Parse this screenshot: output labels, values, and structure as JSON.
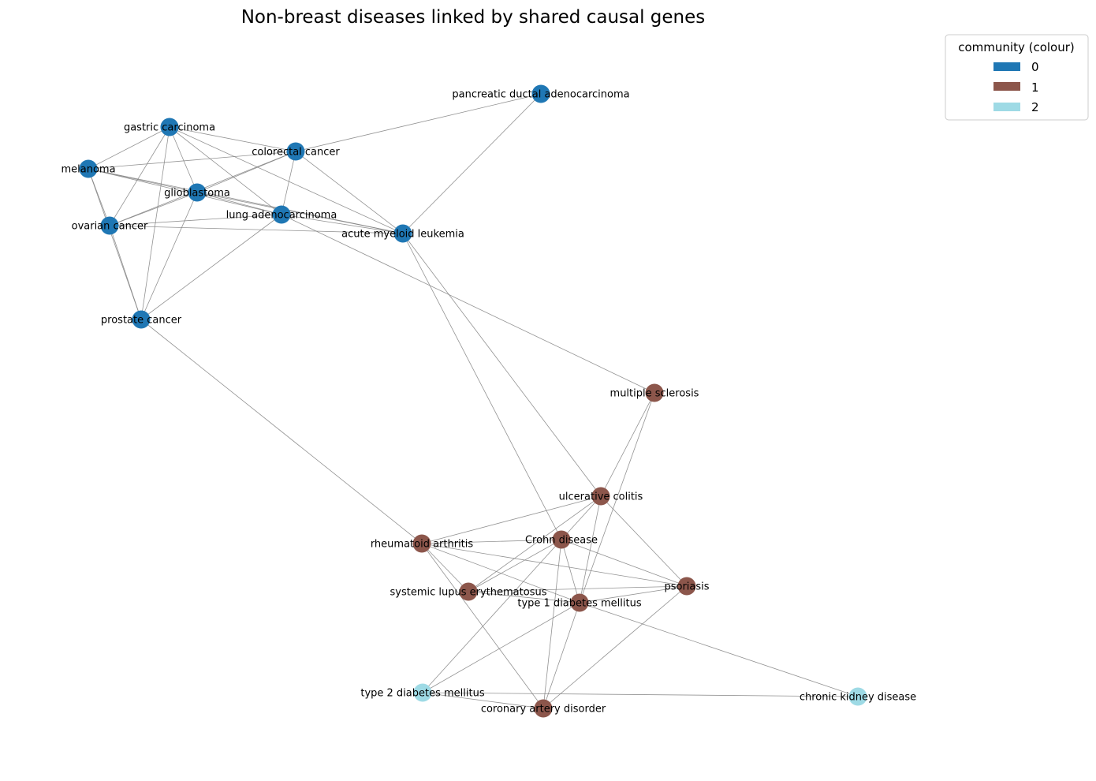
{
  "title": "Non-breast diseases linked by shared causal genes",
  "legend": {
    "title": "community (colour)",
    "items": [
      {
        "label": "0",
        "color": "#1f77b4"
      },
      {
        "label": "1",
        "color": "#8c564b"
      },
      {
        "label": "2",
        "color": "#9edae5"
      }
    ]
  },
  "nodes": [
    {
      "id": "pdac",
      "label": "pancreatic ductal adenocarcinoma",
      "community": 0
    },
    {
      "id": "gastric",
      "label": "gastric carcinoma",
      "community": 0
    },
    {
      "id": "colorectal",
      "label": "colorectal cancer",
      "community": 0
    },
    {
      "id": "melanoma",
      "label": "melanoma",
      "community": 0
    },
    {
      "id": "glioblastoma",
      "label": "glioblastoma",
      "community": 0
    },
    {
      "id": "lung",
      "label": "lung adenocarcinoma",
      "community": 0
    },
    {
      "id": "ovarian",
      "label": "ovarian cancer",
      "community": 0
    },
    {
      "id": "aml",
      "label": "acute myeloid leukemia",
      "community": 0
    },
    {
      "id": "prostate",
      "label": "prostate cancer",
      "community": 0
    },
    {
      "id": "ms",
      "label": "multiple sclerosis",
      "community": 1
    },
    {
      "id": "uc",
      "label": "ulcerative colitis",
      "community": 1
    },
    {
      "id": "ra",
      "label": "rheumatoid arthritis",
      "community": 1
    },
    {
      "id": "crohn",
      "label": "Crohn disease",
      "community": 1
    },
    {
      "id": "sle",
      "label": "systemic lupus erythematosus",
      "community": 1
    },
    {
      "id": "psoriasis",
      "label": "psoriasis",
      "community": 1
    },
    {
      "id": "t1d",
      "label": "type 1 diabetes mellitus",
      "community": 1
    },
    {
      "id": "t2d",
      "label": "type 2 diabetes mellitus",
      "community": 2
    },
    {
      "id": "cad",
      "label": "coronary artery disorder",
      "community": 1
    },
    {
      "id": "ckd",
      "label": "chronic kidney disease",
      "community": 2
    }
  ],
  "edges": [
    [
      "gastric",
      "melanoma"
    ],
    [
      "gastric",
      "colorectal"
    ],
    [
      "gastric",
      "glioblastoma"
    ],
    [
      "gastric",
      "lung"
    ],
    [
      "gastric",
      "ovarian"
    ],
    [
      "gastric",
      "prostate"
    ],
    [
      "gastric",
      "aml"
    ],
    [
      "melanoma",
      "colorectal"
    ],
    [
      "melanoma",
      "glioblastoma"
    ],
    [
      "melanoma",
      "lung"
    ],
    [
      "melanoma",
      "aml"
    ],
    [
      "melanoma",
      "ovarian"
    ],
    [
      "melanoma",
      "prostate"
    ],
    [
      "colorectal",
      "glioblastoma"
    ],
    [
      "colorectal",
      "ovarian"
    ],
    [
      "colorectal",
      "lung"
    ],
    [
      "colorectal",
      "aml"
    ],
    [
      "colorectal",
      "pdac"
    ],
    [
      "glioblastoma",
      "ovarian"
    ],
    [
      "glioblastoma",
      "lung"
    ],
    [
      "glioblastoma",
      "aml"
    ],
    [
      "glioblastoma",
      "prostate"
    ],
    [
      "lung",
      "ovarian"
    ],
    [
      "lung",
      "aml"
    ],
    [
      "lung",
      "prostate"
    ],
    [
      "lung",
      "ms"
    ],
    [
      "ovarian",
      "aml"
    ],
    [
      "ovarian",
      "prostate"
    ],
    [
      "aml",
      "pdac"
    ],
    [
      "aml",
      "uc"
    ],
    [
      "aml",
      "crohn"
    ],
    [
      "prostate",
      "ra"
    ],
    [
      "ms",
      "uc"
    ],
    [
      "ms",
      "t1d"
    ],
    [
      "uc",
      "ra"
    ],
    [
      "uc",
      "crohn"
    ],
    [
      "uc",
      "sle"
    ],
    [
      "uc",
      "psoriasis"
    ],
    [
      "uc",
      "t1d"
    ],
    [
      "ra",
      "crohn"
    ],
    [
      "ra",
      "sle"
    ],
    [
      "ra",
      "t1d"
    ],
    [
      "ra",
      "psoriasis"
    ],
    [
      "ra",
      "cad"
    ],
    [
      "crohn",
      "sle"
    ],
    [
      "crohn",
      "psoriasis"
    ],
    [
      "crohn",
      "t1d"
    ],
    [
      "crohn",
      "cad"
    ],
    [
      "crohn",
      "t2d"
    ],
    [
      "sle",
      "psoriasis"
    ],
    [
      "sle",
      "t1d"
    ],
    [
      "psoriasis",
      "t1d"
    ],
    [
      "psoriasis",
      "cad"
    ],
    [
      "t1d",
      "t2d"
    ],
    [
      "t1d",
      "cad"
    ],
    [
      "t1d",
      "ckd"
    ],
    [
      "t2d",
      "cad"
    ],
    [
      "t2d",
      "ckd"
    ]
  ]
}
